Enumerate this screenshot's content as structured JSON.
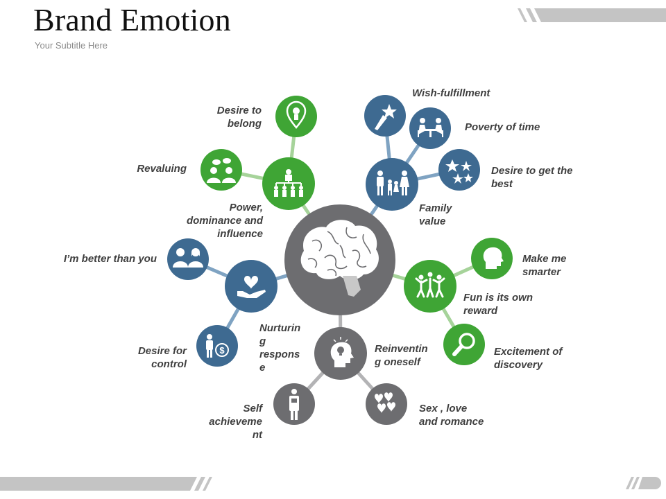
{
  "slide": {
    "title": "Brand Emotion",
    "subtitle": "Your Subtitle Here"
  },
  "colors": {
    "green": "#3fa535",
    "blue": "#3e6a91",
    "gray": "#6d6d70",
    "green_line": "#a6d39a",
    "blue_line": "#7fa3c2",
    "gray_line": "#b3b3b5",
    "band": "#bdbdbd"
  },
  "diagram": {
    "center": {
      "icon": "brain-icon"
    },
    "hubs": [
      {
        "id": "power",
        "icon": "hierarchy-icon",
        "color": "green",
        "label": "Power,\ndominance and\ninfluence",
        "leaves": [
          {
            "id": "belong",
            "icon": "location-pin-icon",
            "label": "Desire to\nbelong"
          },
          {
            "id": "revaluing",
            "icon": "people-chat-icon",
            "label": "Revaluing"
          }
        ]
      },
      {
        "id": "family",
        "icon": "family-icon",
        "color": "blue",
        "label": "Family\nvalue",
        "leaves": [
          {
            "id": "wish",
            "icon": "shooting-star-icon",
            "label": "Wish-fulfillment"
          },
          {
            "id": "poverty",
            "icon": "meeting-table-icon",
            "label": "Poverty of time"
          },
          {
            "id": "best",
            "icon": "stars-icon",
            "label": "Desire to get the\nbest"
          }
        ]
      },
      {
        "id": "fun",
        "icon": "group-people-icon",
        "color": "green",
        "label": "Fun is its own\nreward",
        "leaves": [
          {
            "id": "smarter",
            "icon": "head-profile-icon",
            "label": "Make me\nsmarter"
          },
          {
            "id": "discovery",
            "icon": "magnifier-icon",
            "label": "Excitement of\ndiscovery"
          }
        ]
      },
      {
        "id": "reinvent",
        "icon": "head-lightbulb-icon",
        "color": "gray",
        "label": "Reinventin\ng oneself",
        "leaves": [
          {
            "id": "sex",
            "icon": "hearts-icon",
            "label": "Sex , love\nand romance"
          },
          {
            "id": "self",
            "icon": "businessman-icon",
            "label": "Self\nachieveme\nnt"
          }
        ]
      },
      {
        "id": "nurture",
        "icon": "hand-heart-icon",
        "color": "blue",
        "label": "Nurturin\ng\nrespons\ne",
        "leaves": [
          {
            "id": "better",
            "icon": "couple-icon",
            "label": "I’m better than you"
          },
          {
            "id": "control",
            "icon": "money-person-icon",
            "label": "Desire for\ncontrol"
          }
        ]
      }
    ]
  }
}
